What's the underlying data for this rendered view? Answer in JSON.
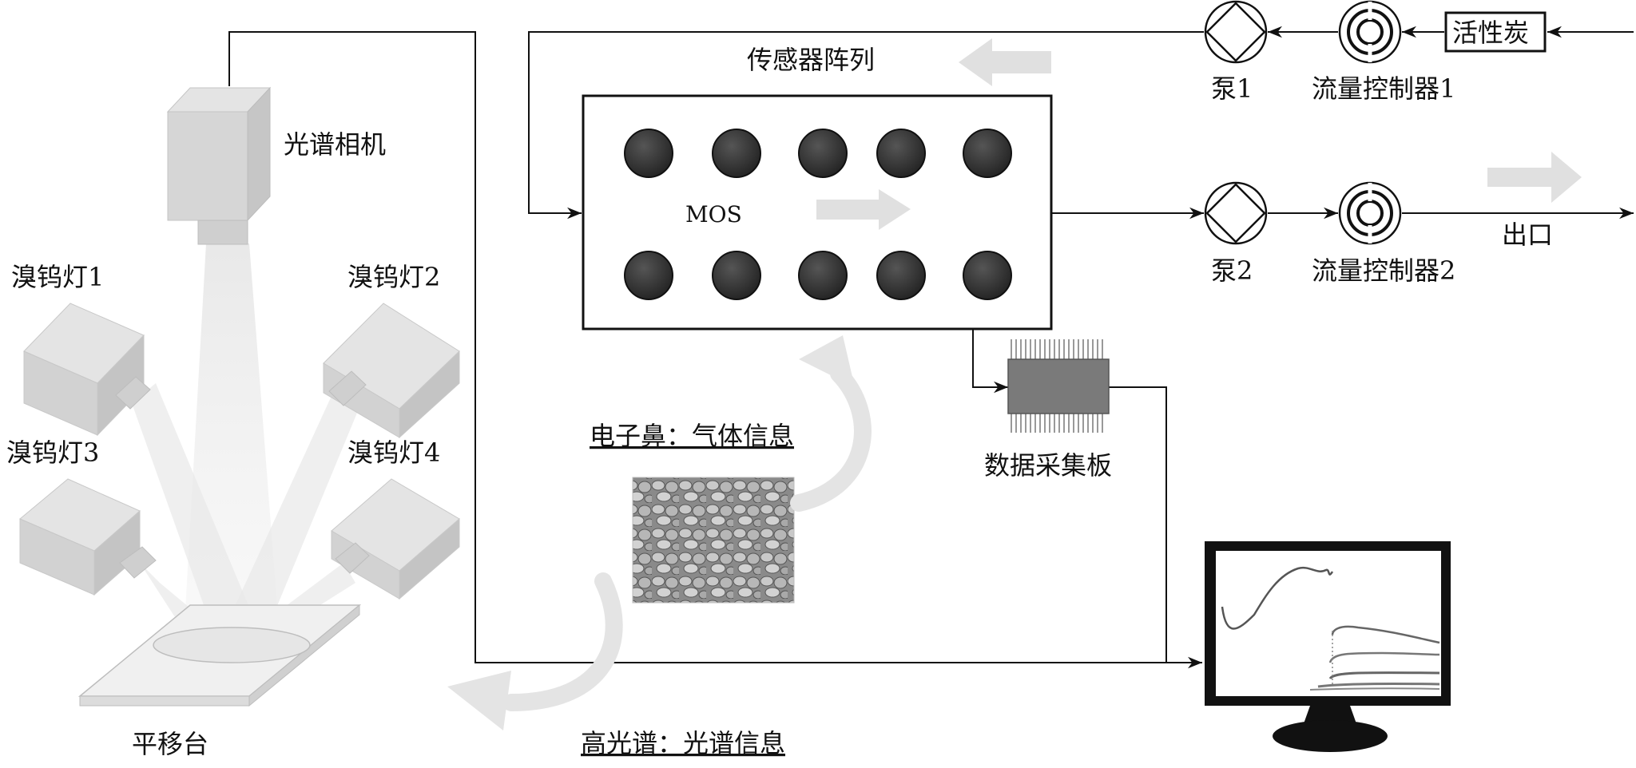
{
  "labels": {
    "spectral_camera": "光谱相机",
    "lamp1": "溴钨灯1",
    "lamp2": "溴钨灯2",
    "lamp3": "溴钨灯3",
    "lamp4": "溴钨灯4",
    "stage": "平移台",
    "sensor_array": "传感器阵列",
    "mos": "MOS",
    "activated_carbon": "活性炭",
    "pump1": "泵1",
    "pump2": "泵2",
    "flow_controller1": "流量控制器1",
    "flow_controller2": "流量控制器2",
    "outlet": "出口",
    "daq_board": "数据采集板",
    "enose_info": "电子鼻：气体信息",
    "hyperspectral_info": "高光谱：光谱信息"
  },
  "colors": {
    "line": "#111111",
    "light_gray": "#dcdcdc",
    "sensor_dark": "#333333",
    "chip": "#7a7a7a"
  }
}
